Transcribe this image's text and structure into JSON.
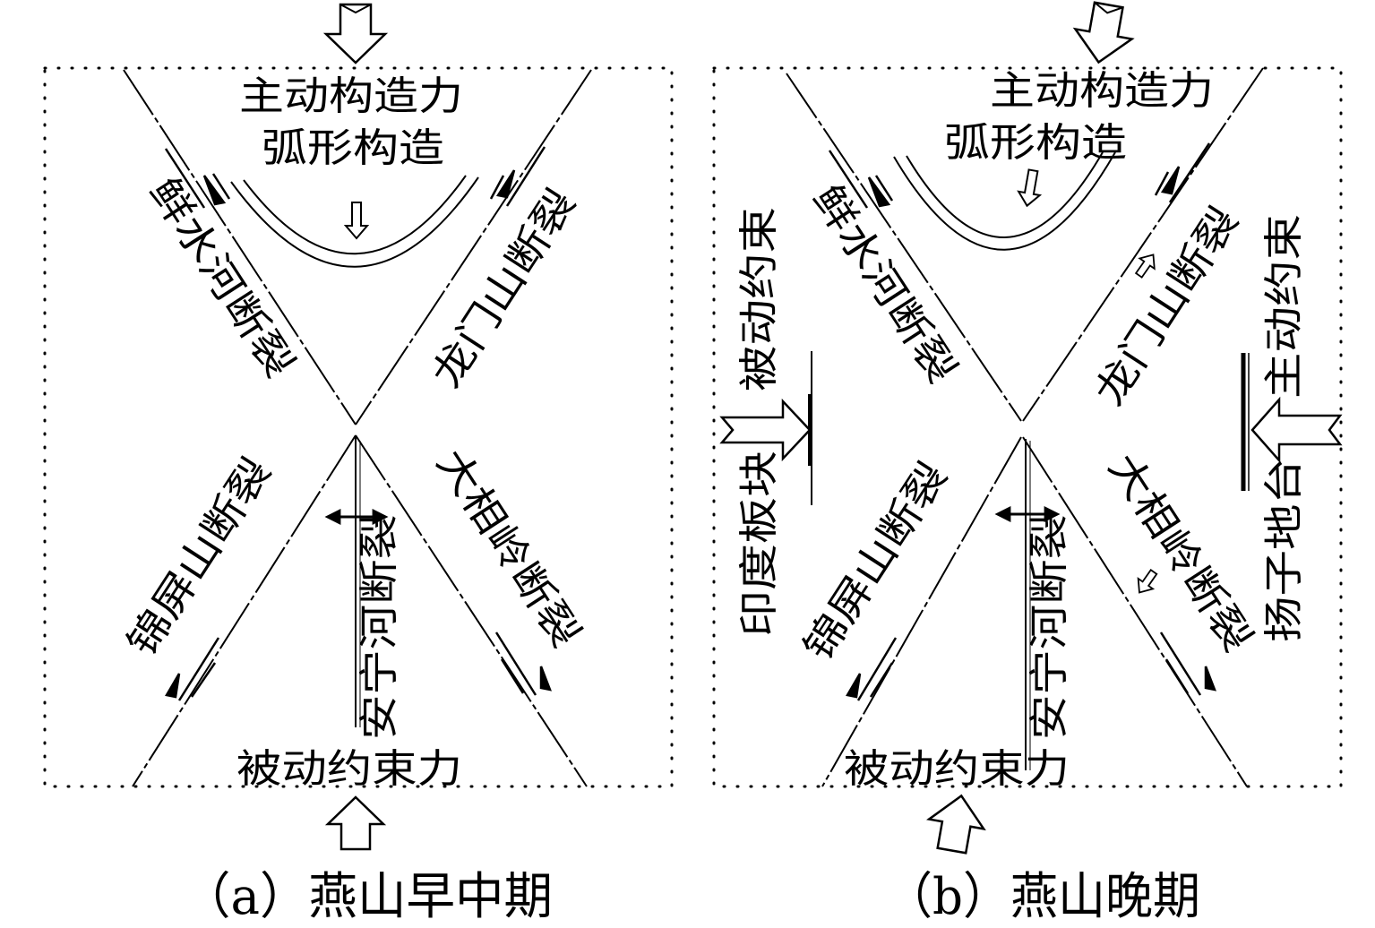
{
  "panel_a": {
    "top_force": "主动构造力",
    "arc_label": "弧形构造",
    "fault_nw": "鲜水河断裂",
    "fault_ne": "龙门山断裂",
    "fault_sw": "锦屏山断裂",
    "fault_se": "大相岭断裂",
    "fault_center": "安宁河断裂",
    "bottom_force": "被动约束力",
    "caption": "（a）燕山早中期"
  },
  "panel_b": {
    "top_force": "主动构造力",
    "arc_label": "弧形构造",
    "fault_nw": "鲜水河断裂",
    "fault_ne": "龙门山断裂",
    "fault_sw": "锦屏山断裂",
    "fault_se": "大相岭断裂",
    "fault_center": "安宁河断裂",
    "bottom_force": "被动约束力",
    "left_constraint": "被动约束",
    "left_block": "印度板块",
    "right_constraint": "主动约束",
    "right_block": "扬子地台",
    "caption": "（b）燕山晚期"
  },
  "icons": [
    "hollow-arrow-icon",
    "shear-sense-icon",
    "double-arrow-icon"
  ]
}
